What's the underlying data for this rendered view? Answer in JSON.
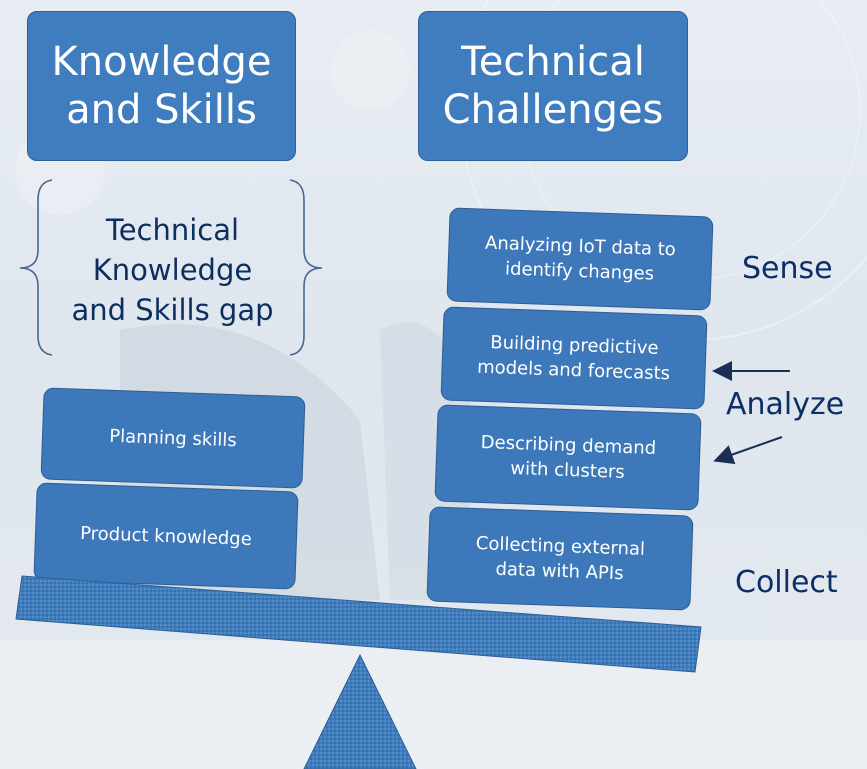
{
  "headers": {
    "left": "Knowledge\nand Skills",
    "right": "Technical\nChallenges"
  },
  "gap_text": "Technical\nKnowledge\nand Skills gap",
  "left_boxes": [
    "Planning skills",
    "Product knowledge"
  ],
  "right_boxes": [
    "Analyzing IoT data to\nidentify changes",
    "Building predictive\nmodels and forecasts",
    "Describing demand\nwith clusters",
    "Collecting external\ndata with APIs"
  ],
  "side_labels": {
    "sense": "Sense",
    "analyze": "Analyze",
    "collect": "Collect"
  },
  "colors": {
    "box": "#3d79ba",
    "box_border": "#2d5e95",
    "label": "#0b2f66",
    "arrow": "#1b2f55"
  }
}
